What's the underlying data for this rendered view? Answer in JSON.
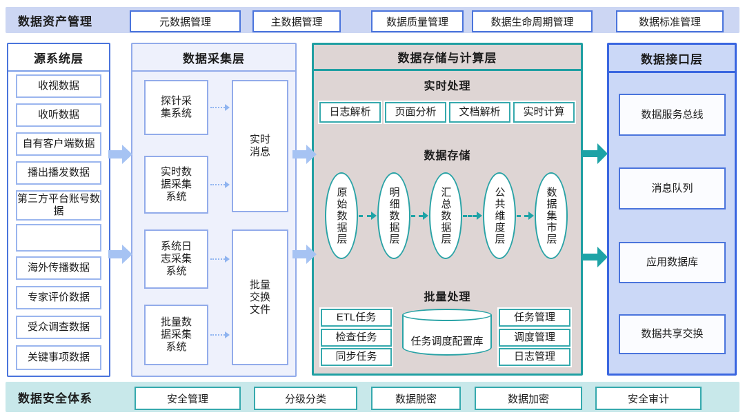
{
  "top_bar": {
    "title": "数据资产管理",
    "items": [
      "元数据管理",
      "主数据管理",
      "数据质量管理",
      "数据生命周期管理",
      "数据标准管理"
    ]
  },
  "source_layer": {
    "title": "源系统层",
    "items": [
      "收视数据",
      "收听数据",
      "自有客户端数据",
      "播出播发数据",
      "第三方平台账号数据",
      "",
      "海外传播数据",
      "专家评价数据",
      "受众调查数据",
      "关键事项数据"
    ]
  },
  "collection_layer": {
    "title": "数据采集层",
    "collectors": [
      "探针采集系统",
      "实时数据采集系统",
      "系统日志采集系统",
      "批量数据采集系统"
    ],
    "channels": [
      "实时消息",
      "批量交换文件"
    ]
  },
  "storage_layer": {
    "title": "数据存储与计算层",
    "realtime": {
      "title": "实时处理",
      "items": [
        "日志解析",
        "页面分析",
        "文档解析",
        "实时计算"
      ]
    },
    "storage": {
      "title": "数据存储",
      "stages": [
        "原始数据层",
        "明细数据层",
        "汇总数据层",
        "公共维度层",
        "数据集市层"
      ]
    },
    "batch": {
      "title": "批量处理",
      "left_items": [
        "ETL任务",
        "检查任务",
        "同步任务"
      ],
      "db": "任务调度配置库",
      "right_items": [
        "任务管理",
        "调度管理",
        "日志管理"
      ]
    }
  },
  "interface_layer": {
    "title": "数据接口层",
    "items": [
      "数据服务总线",
      "消息队列",
      "应用数据库",
      "数据共享交换"
    ]
  },
  "security_bar": {
    "title": "数据安全体系",
    "items": [
      "安全管理",
      "分级分类",
      "数据脱密",
      "数据加密",
      "安全审计"
    ]
  },
  "colors": {
    "blue_border": "#4a74dc",
    "light_blue_arrow": "#a6c3f3",
    "teal": "#1ea3a6",
    "top_bar_bg": "#ccd6f3",
    "bottom_bar_bg": "#c8e8ea",
    "collection_bg": "#eef1fc",
    "storage_bg": "#ded5d4",
    "interface_bg": "#cbd8f7"
  }
}
